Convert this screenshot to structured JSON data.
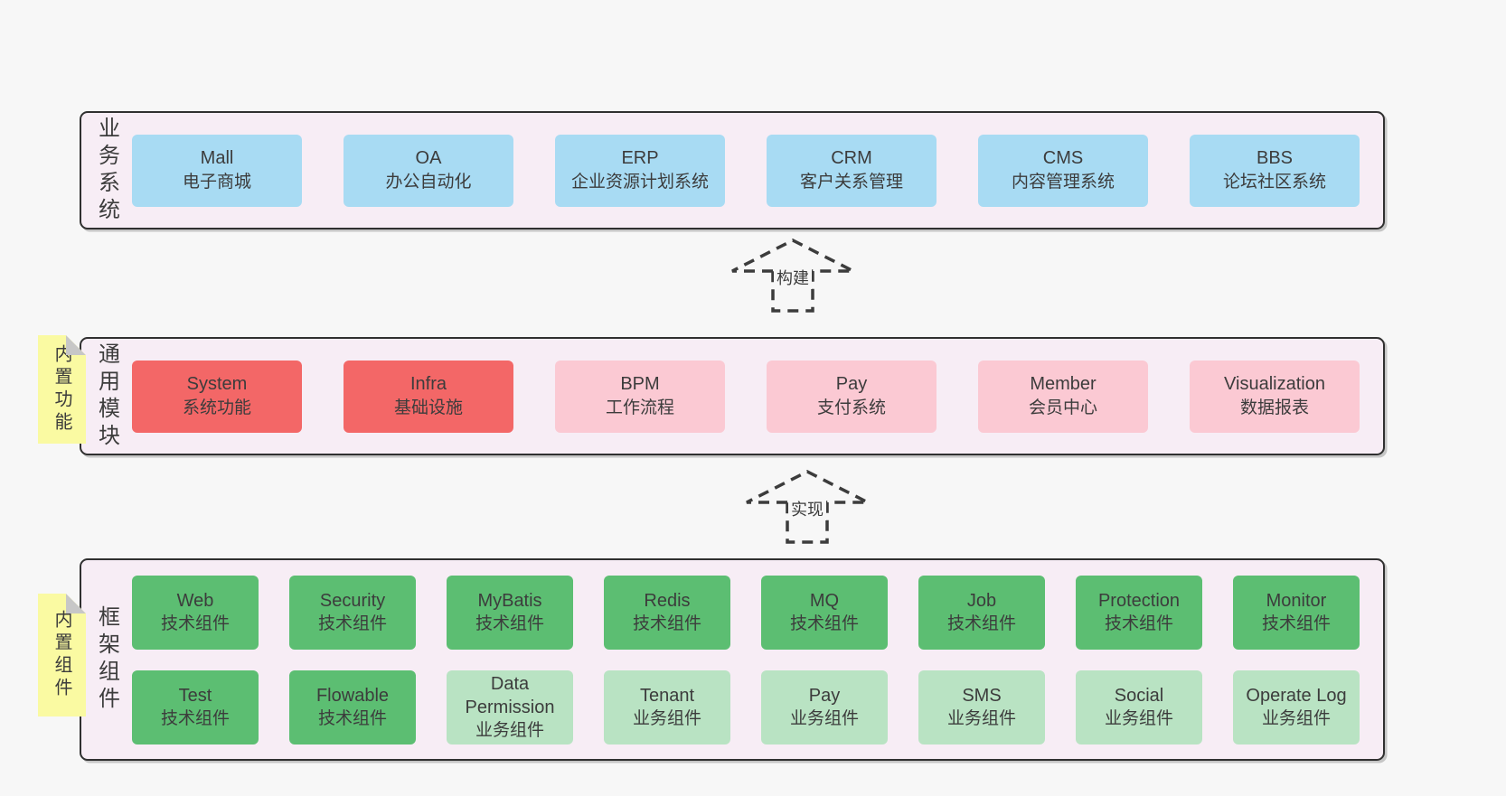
{
  "colors": {
    "page-bg": "#f7f7f7",
    "band-bg": "#f7edf5",
    "band-border": "#303030",
    "box-blue": "#a8dbf3",
    "box-red": "#f36767",
    "box-pink": "#fbc9d3",
    "box-green": "#5cbe72",
    "box-green-light": "#b9e3c3",
    "sticky-yellow": "#fafaa2",
    "sticky-fold": "#c7c7c7",
    "text": "#3c3c3c"
  },
  "arrows": [
    {
      "label": "构建"
    },
    {
      "label": "实现"
    }
  ],
  "bands": [
    {
      "label": "业务系统",
      "boxes": [
        {
          "en": "Mall",
          "zh": "电子商城"
        },
        {
          "en": "OA",
          "zh": "办公自动化"
        },
        {
          "en": "ERP",
          "zh": "企业资源计划系统"
        },
        {
          "en": "CRM",
          "zh": "客户关系管理"
        },
        {
          "en": "CMS",
          "zh": "内容管理系统"
        },
        {
          "en": "BBS",
          "zh": "论坛社区系统"
        }
      ]
    },
    {
      "label": "通用模块",
      "sticky": "内置功能",
      "boxes": [
        {
          "en": "System",
          "zh": "系统功能"
        },
        {
          "en": "Infra",
          "zh": "基础设施"
        },
        {
          "en": "BPM",
          "zh": "工作流程"
        },
        {
          "en": "Pay",
          "zh": "支付系统"
        },
        {
          "en": "Member",
          "zh": "会员中心"
        },
        {
          "en": "Visualization",
          "zh": "数据报表"
        }
      ]
    },
    {
      "label": "框架组件",
      "sticky": "内置组件",
      "boxes": [
        {
          "en": "Web",
          "zh": "技术组件"
        },
        {
          "en": "Security",
          "zh": "技术组件"
        },
        {
          "en": "MyBatis",
          "zh": "技术组件"
        },
        {
          "en": "Redis",
          "zh": "技术组件"
        },
        {
          "en": "MQ",
          "zh": "技术组件"
        },
        {
          "en": "Job",
          "zh": "技术组件"
        },
        {
          "en": "Protection",
          "zh": "技术组件"
        },
        {
          "en": "Monitor",
          "zh": "技术组件"
        },
        {
          "en": "Test",
          "zh": "技术组件"
        },
        {
          "en": "Flowable",
          "zh": "技术组件"
        },
        {
          "en": "Data Permission",
          "zh": "业务组件"
        },
        {
          "en": "Tenant",
          "zh": "业务组件"
        },
        {
          "en": "Pay",
          "zh": "业务组件"
        },
        {
          "en": "SMS",
          "zh": "业务组件"
        },
        {
          "en": "Social",
          "zh": "业务组件"
        },
        {
          "en": "Operate Log",
          "zh": "业务组件"
        }
      ]
    }
  ]
}
